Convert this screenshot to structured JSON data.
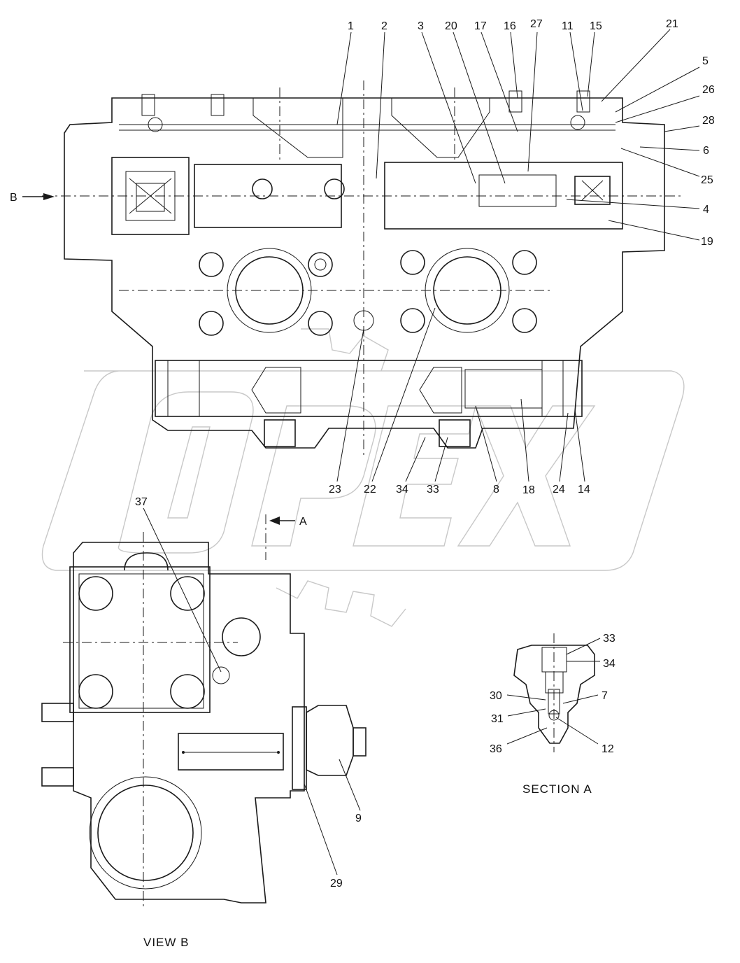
{
  "callouts": [
    {
      "text": "1"
    },
    {
      "text": "2"
    },
    {
      "text": "3"
    },
    {
      "text": "20"
    },
    {
      "text": "17"
    },
    {
      "text": "16"
    },
    {
      "text": "27"
    },
    {
      "text": "11"
    },
    {
      "text": "15"
    },
    {
      "text": "21"
    },
    {
      "text": "5"
    },
    {
      "text": "26"
    },
    {
      "text": "28"
    },
    {
      "text": "6"
    },
    {
      "text": "25"
    },
    {
      "text": "4"
    },
    {
      "text": "19"
    },
    {
      "text": "23"
    },
    {
      "text": "22"
    },
    {
      "text": "34"
    },
    {
      "text": "33"
    },
    {
      "text": "8"
    },
    {
      "text": "18"
    },
    {
      "text": "24"
    },
    {
      "text": "14"
    },
    {
      "text": "37"
    },
    {
      "text": "9"
    },
    {
      "text": "29"
    },
    {
      "text": "33"
    },
    {
      "text": "34"
    },
    {
      "text": "30"
    },
    {
      "text": "7"
    },
    {
      "text": "31"
    },
    {
      "text": "36"
    },
    {
      "text": "12"
    }
  ],
  "view_markers": {
    "b": "B",
    "a": "A"
  },
  "captions": {
    "section_a": "SECTION  A",
    "view_b": "VIEW  B"
  },
  "watermark": "OPEX"
}
